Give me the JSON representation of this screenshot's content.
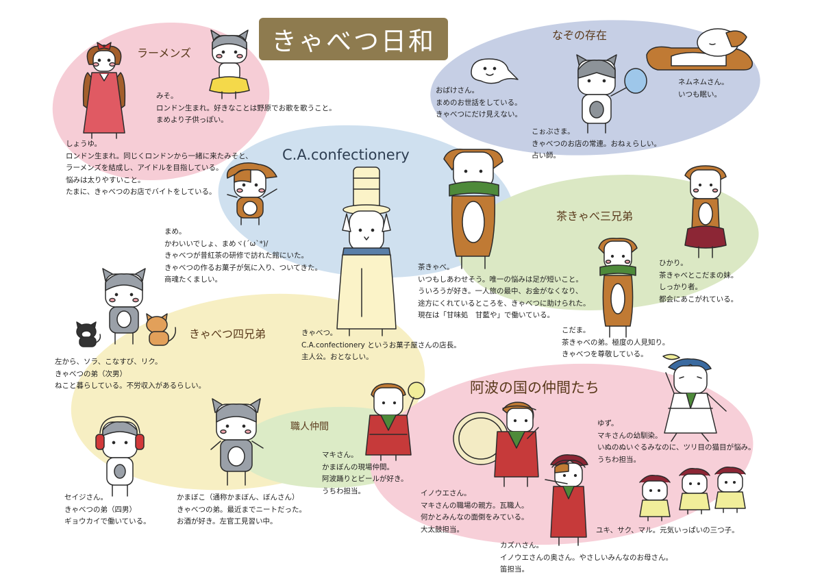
{
  "title": "きゃべつ日和",
  "colors": {
    "title_bg": "#8e7b4f",
    "ramen": "#f6cdd6",
    "nazo": "#c6cfe5",
    "confectionery": "#cfe0ef",
    "chakyabe": "#dbe8c4",
    "shiteitei": "#f7efc3",
    "shokunin": "#dcebc6",
    "awa": "#f7cfd8"
  },
  "groups": {
    "ramen": "ラーメンズ",
    "nazo": "なぞの存在",
    "confectionery": "C.A.confectionery",
    "chakyabe": "茶きゃべ三兄弟",
    "shiteitei": "きゃべつ四兄弟",
    "shokunin": "職人仲間",
    "awa": "阿波の国の仲間たち"
  },
  "descriptions": {
    "miso": "みそ。\nロンドン生まれ。好きなことは野原でお歌を歌うこと。\nまめより子供っぽい。",
    "shoyu": "しょうゆ。\nロンドン生まれ。同じくロンドンから一緒に来たみそと、\nラーメンズを結成し、アイドルを目指している。\n悩みは太りやすいこと。\nたまに、きゃべつのお店でバイトをしている。",
    "obake": "おばけさん。\nまめのお世話をしている。\nきゃべつにだけ見えない。",
    "nemunemu": "ネムネムさん。\nいつも眠い。",
    "kobusu": "こぉぶさま。\nきゃべつのお店の常連。おねぇらしい。\n占い師。",
    "mame": "まめ。\nかわいいでしょ、まめヾ(ˊωˋ*)/\nきゃべつが昔紅茶の研修で訪れた館にいた。\nきゃべつの作るお菓子が気に入り、ついてきた。\n商魂たくましい。",
    "chakyabe": "茶きゃべ。\nいつもしあわせそう。唯一の悩みは足が短いこと。\nういろうが好き。一人旅の最中、お金がなくなり、\n途方にくれているところを、きゃべつに助けられた。\n現在は「甘味処　甘藍や」で働いている。",
    "hikari": "ひかり。\n茶きゃべとこだまの妹。\nしっかり者。\n都会にあこがれている。",
    "kodama": "こだま。\n茶きゃべの弟。極度の人見知り。\nきゃべつを尊敬している。",
    "kyabetsu": "きゃべつ。\nC.A.confectionery というお菓子屋さんの店長。\n主人公。おとなしい。",
    "sora": "左から、ソラ、こなすび、リク。\nきゃべつの弟（次男）\nねこと暮らしている。不労収入があるらしい。",
    "seiji": "セイジさん。\nきゃべつの弟（四男）\nギョウカイで働いている。",
    "kamaboko": "かまぼこ（通称かまぼん、ぼんさん）\nきゃべつの弟。最近までニートだった。\nお酒が好き。左官工見習い中。",
    "maki": "マキさん。\nかまぼんの現場仲間。\n阿波踊りとビールが好き。\nうちわ担当。",
    "inoue": "イノウエさん。\nマキさんの職場の親方。瓦職人。\n何かとみんなの面倒をみている。\n大太鼓担当。",
    "kazuha": "カズハさん。\nイノウエさんの奥さん。やさしいみんなのお母さん。\n笛担当。",
    "yuzu": "ゆず。\nマキさんの幼馴染。\nいぬのぬいぐるみなのに、ツリ目の猫目が悩み。\nうちわ担当。",
    "yuki": "ユキ、サク、マル。元気いっぱいの三つ子。"
  }
}
